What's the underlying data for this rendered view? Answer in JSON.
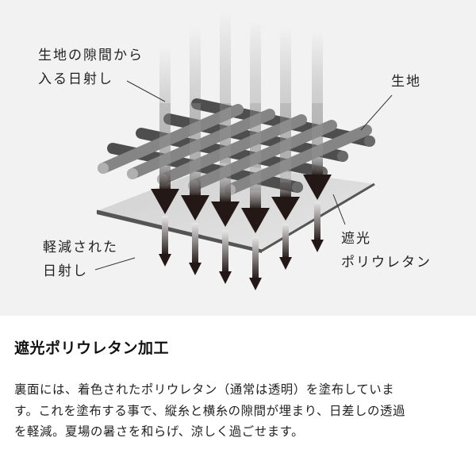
{
  "figure": {
    "background": "#f2f2f2",
    "labels": {
      "gap_sunlight": [
        "生地の隙間から",
        "入る日射し"
      ],
      "fabric": "生地",
      "reduced_sunlight": [
        "軽減された",
        "日射し"
      ],
      "polyurethane": [
        "遮光",
        "ポリウレタン"
      ]
    },
    "colors": {
      "warp_rod": "#858585",
      "weft_rod": "#4d4d4d",
      "beam": "#c8c8c8",
      "arrow": "#231815",
      "sheet": "#d9d9d9",
      "sheet_edge": "#555555"
    }
  },
  "section": {
    "title": "遮光ポリウレタン加工",
    "description": [
      "裏面には、着色されたポリウレタン（通常は透明）を塗布していま",
      "す。これを塗布する事で、縦糸と横糸の隙間が埋まり、日差しの透過",
      "を軽減。夏場の暑さを和らげ、涼しく過ごせます。"
    ]
  }
}
